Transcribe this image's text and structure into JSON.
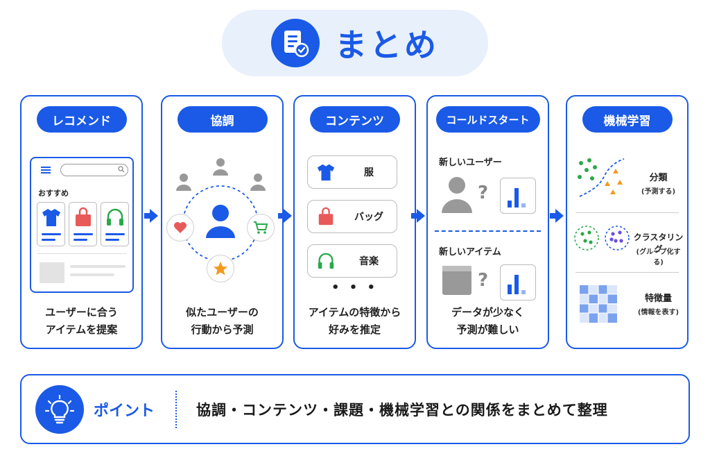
{
  "title": "まとめ",
  "colors": {
    "accent": "#1a5ae6",
    "accent_light": "#e8f0fc",
    "red": "#e85a5a",
    "green": "#2aa84a",
    "orange": "#f39a1e"
  },
  "cards": [
    {
      "label": "レコメンド",
      "caption": [
        "ユーザーに合う",
        "アイテムを提案"
      ],
      "phone_heading": "おすすめ"
    },
    {
      "label": "協調",
      "caption": [
        "似たユーザーの",
        "行動から予測"
      ]
    },
    {
      "label": "コンテンツ",
      "caption": [
        "アイテムの特徴から",
        "好みを推定"
      ],
      "items": [
        "服",
        "バッグ",
        "音楽"
      ],
      "more": "• • •"
    },
    {
      "label": "コールドスタート",
      "caption": [
        "データが少なく",
        "予測が難しい"
      ],
      "new_user": "新しいユーザー",
      "new_item": "新しいアイテム",
      "question": "?"
    },
    {
      "label": "機械学習",
      "methods": [
        {
          "name": "分類",
          "desc": "(予測する)"
        },
        {
          "name": "クラスタリング",
          "desc": "(グループ化する)"
        },
        {
          "name": "特徴量",
          "desc": "(情報を表す)"
        }
      ]
    }
  ],
  "point": {
    "label": "ポイント",
    "text": "協調・コンテンツ・課題・機械学習との関係をまとめて整理"
  }
}
